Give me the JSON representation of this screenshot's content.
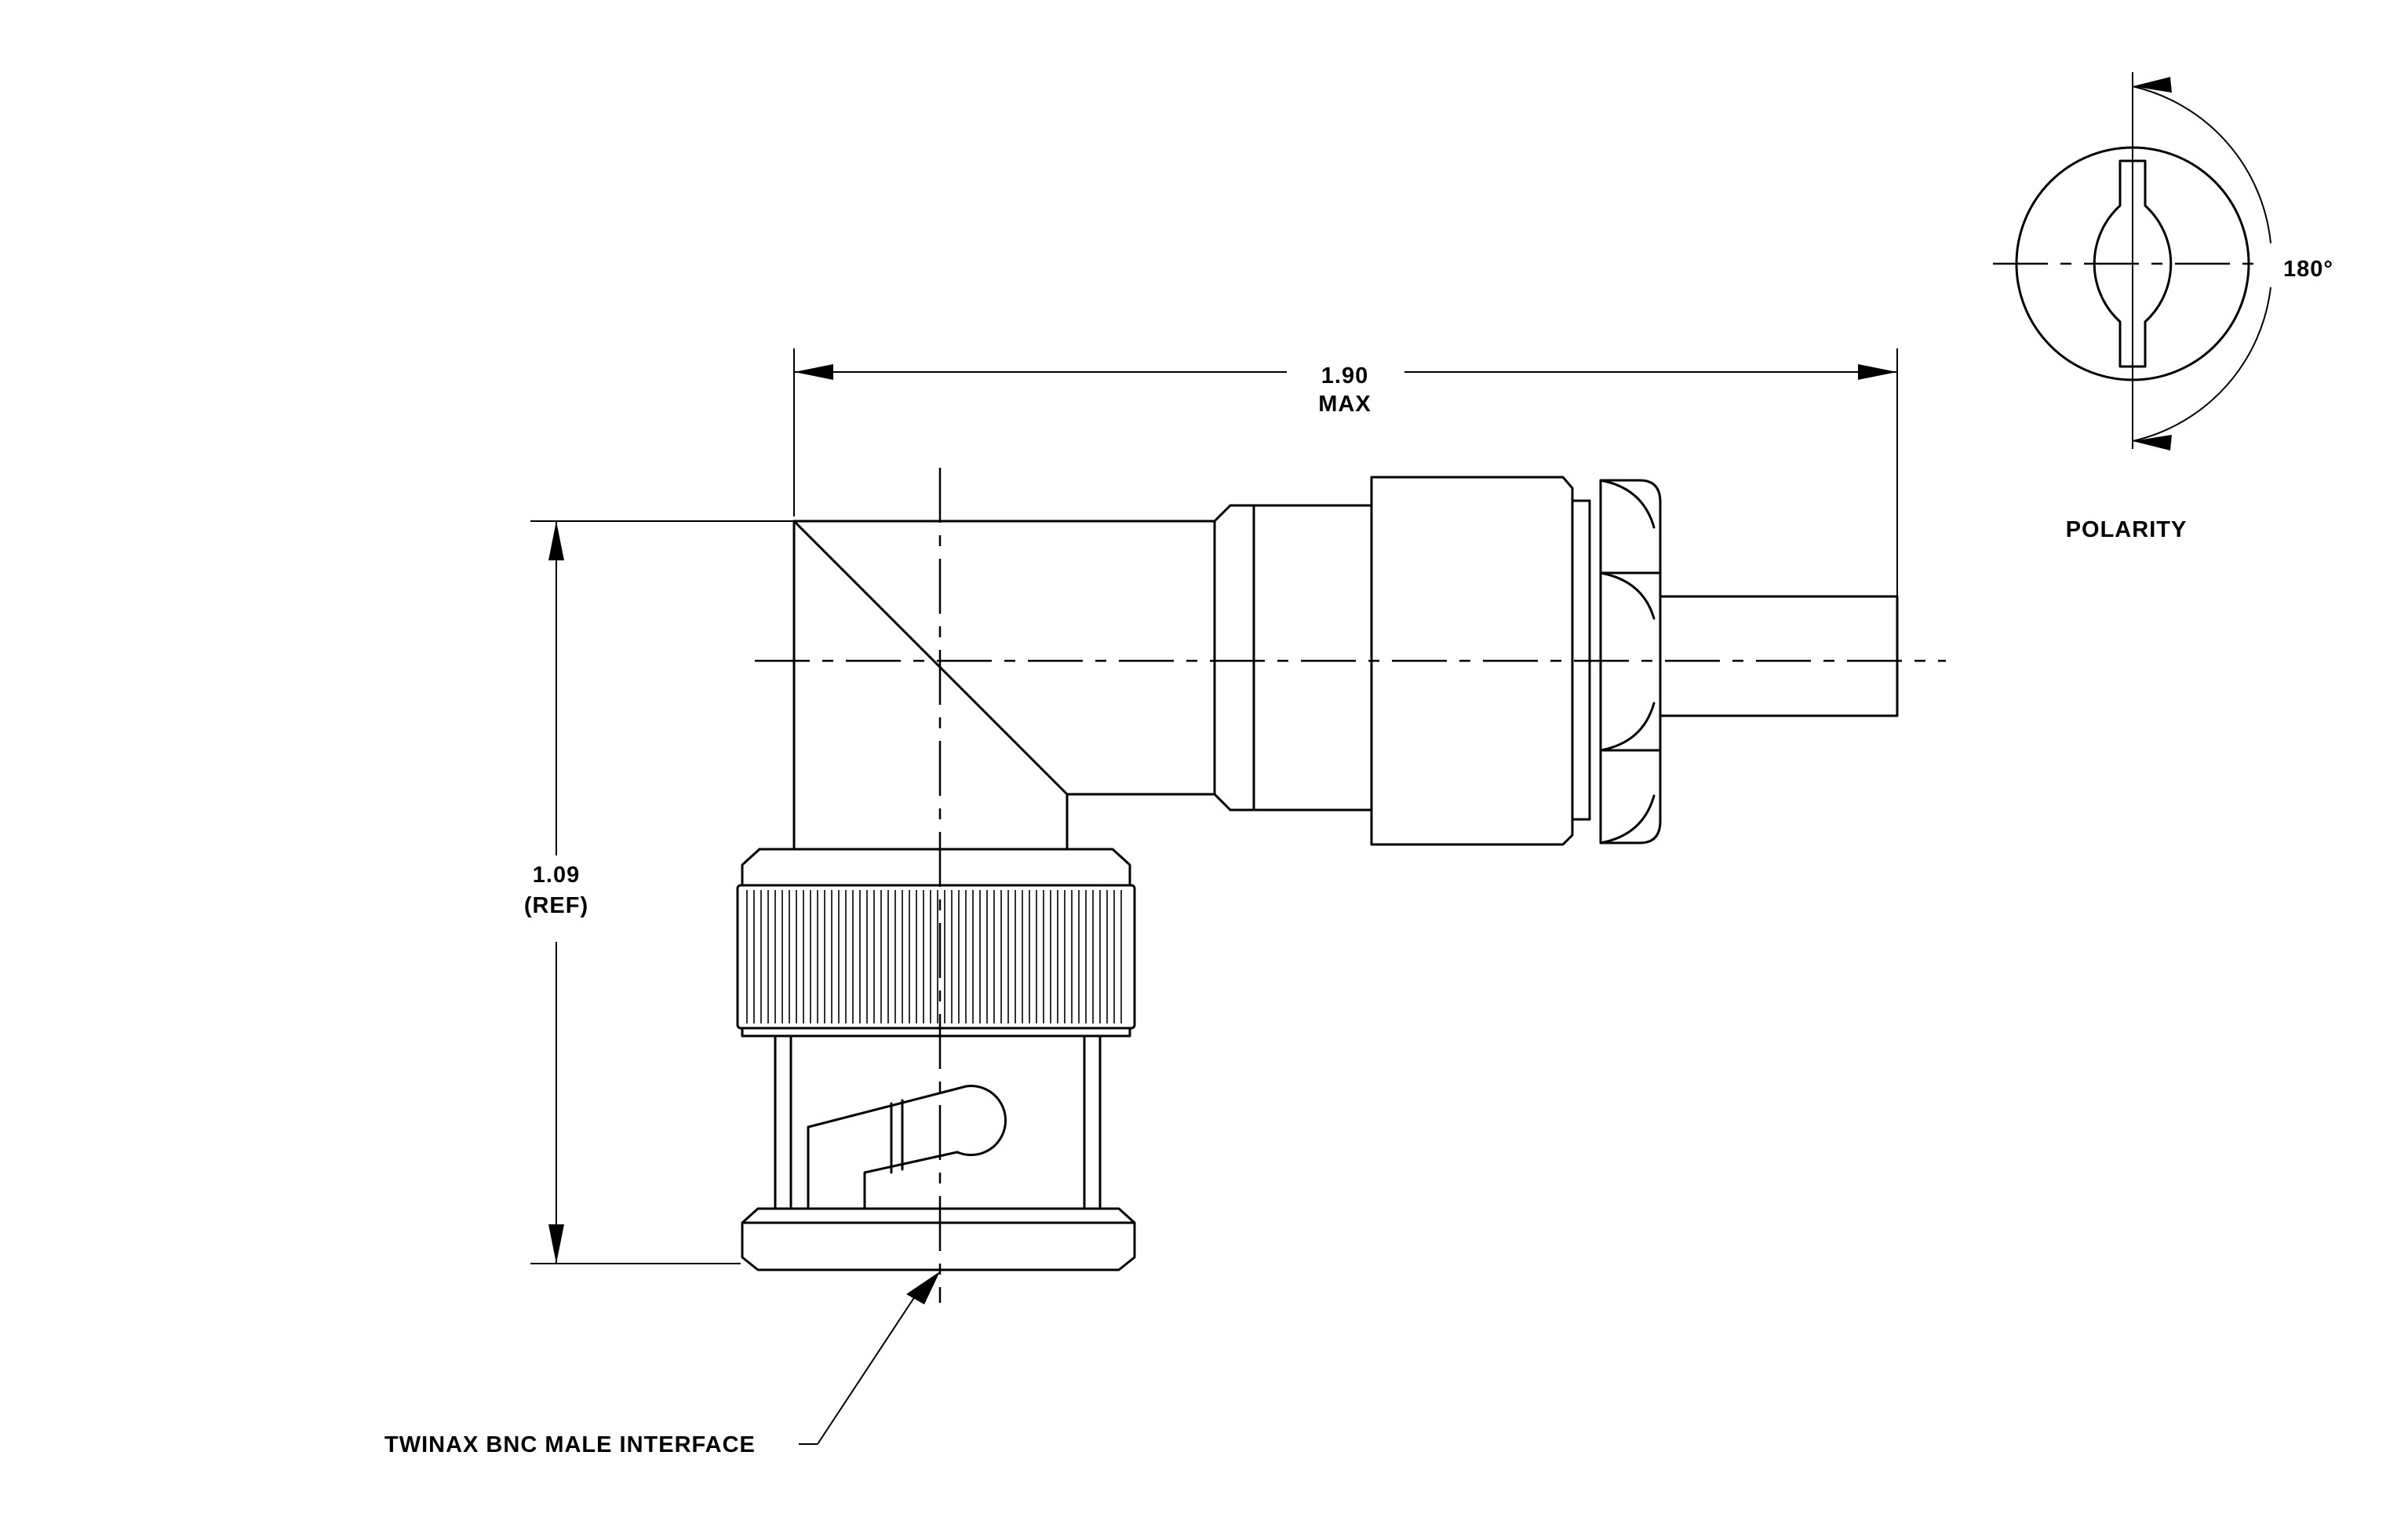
{
  "dimensions": {
    "length": {
      "value": "1.90",
      "qualifier": "MAX"
    },
    "height": {
      "value": "1.09",
      "qualifier": "(REF)"
    }
  },
  "polarity": {
    "angle": "180°",
    "label": "POLARITY"
  },
  "callout": {
    "text": "TWINAX BNC MALE INTERFACE"
  },
  "colors": {
    "line": "#000000",
    "background": "#ffffff"
  }
}
